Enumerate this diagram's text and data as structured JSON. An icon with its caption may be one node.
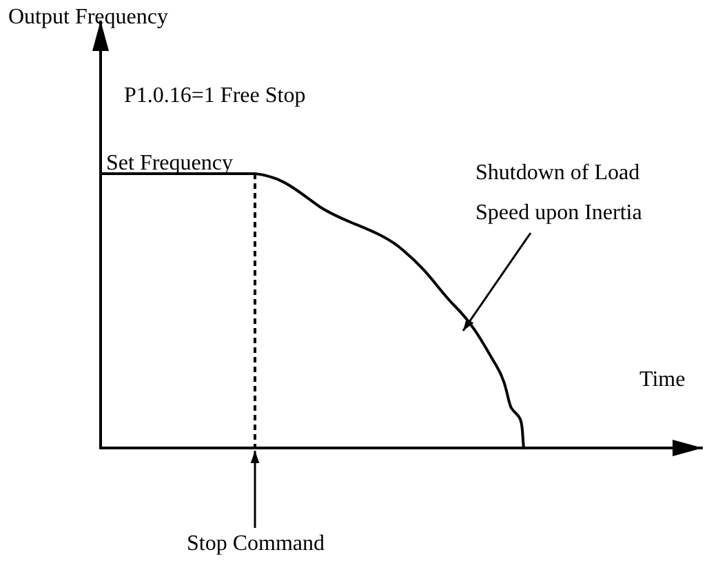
{
  "diagram": {
    "nodes": [
      {
        "text": [
          "Shutdown of Load Speed upon Inertia"
        ]
      },
      {
        "text": [],
        "shape": "line"
      },
      {
        "text": [
          "Stop Command"
        ]
      },
      {
        "text": [],
        "shape": "line"
      }
    ],
    "edges": [
      {
        "from": 0,
        "to": 1,
        "arrow": "to"
      },
      {
        "from": 2,
        "to": 3,
        "arrow": "to"
      }
    ],
    "labels": [
      "Output Frequency",
      "P1.0.16=1 Free Stop",
      "Set Frequency",
      "Time"
    ]
  }
}
